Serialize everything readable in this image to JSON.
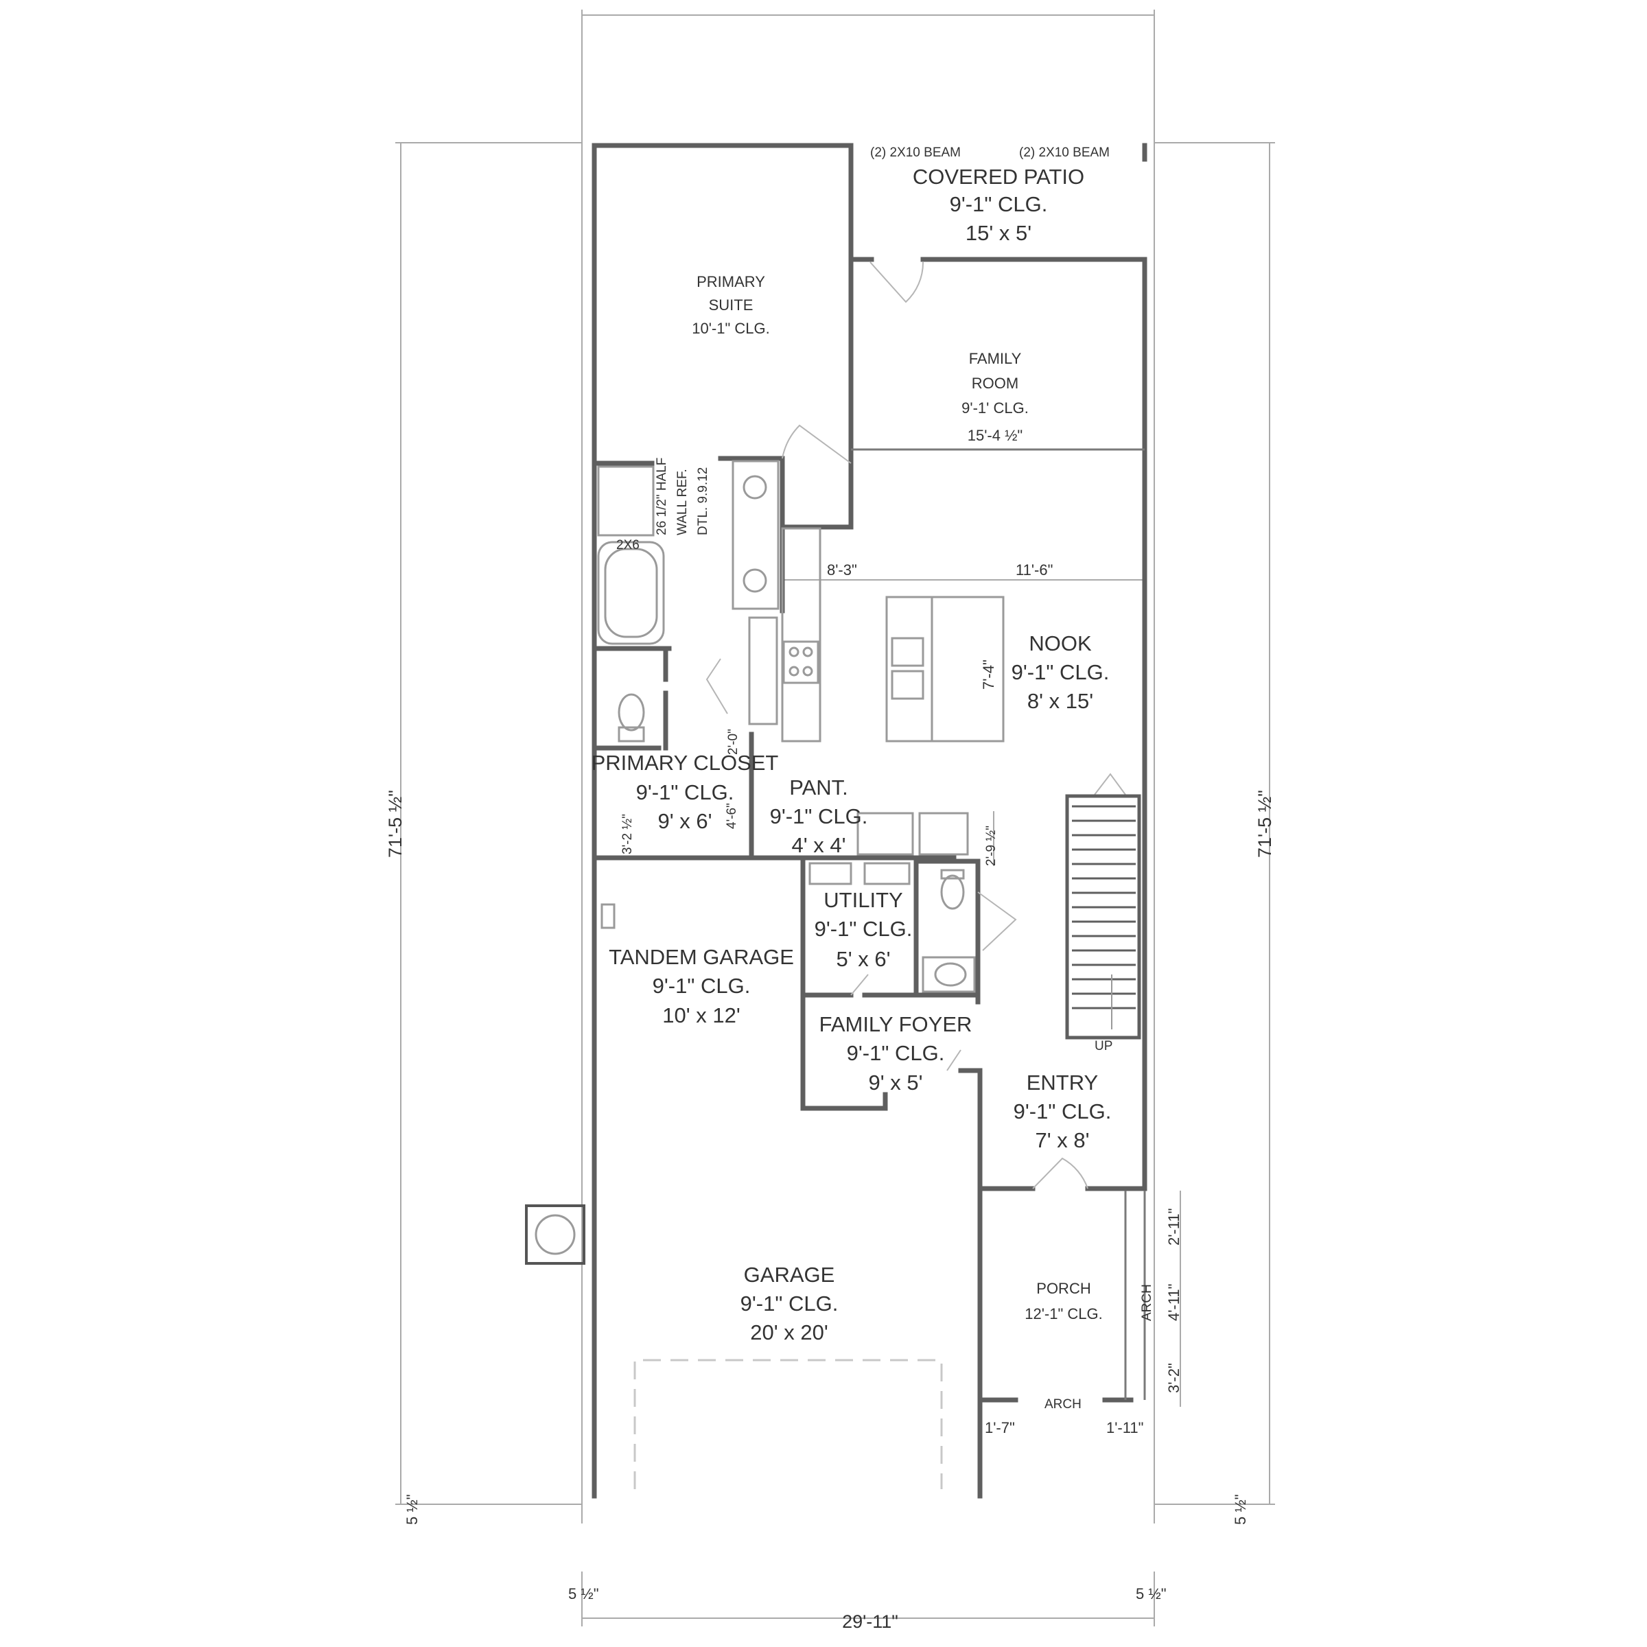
{
  "colors": {
    "wall": "#5f5f5f",
    "fixture": "#9a9a9a",
    "text": "#333333",
    "background": "#ffffff"
  },
  "rooms": {
    "covered_patio": {
      "name": "COVERED PATIO",
      "clg": "9'-1\" CLG.",
      "size": "15' x 5'"
    },
    "primary_suite": {
      "name1": "PRIMARY",
      "name2": "SUITE",
      "clg": "10'-1\" CLG."
    },
    "family_room": {
      "name1": "FAMILY",
      "name2": "ROOM",
      "clg": "9'-1' CLG.",
      "size": "15'-4 ½\""
    },
    "nook": {
      "name": "NOOK",
      "clg": "9'-1\" CLG.",
      "size": "8' x 15'"
    },
    "primary_closet": {
      "name": "PRIMARY CLOSET",
      "clg": "9'-1\" CLG.",
      "size": "9' x 6'"
    },
    "pantry": {
      "name": "PANT.",
      "clg": "9'-1\" CLG.",
      "size": "4' x 4'"
    },
    "utility": {
      "name": "UTILITY",
      "clg": "9'-1\" CLG.",
      "size": "5' x 6'"
    },
    "tandem_garage": {
      "name": "TANDEM GARAGE",
      "clg": "9'-1\" CLG.",
      "size": "10' x 12'"
    },
    "family_foyer": {
      "name": "FAMILY FOYER",
      "clg": "9'-1\" CLG.",
      "size": "9' x 5'"
    },
    "entry": {
      "name": "ENTRY",
      "clg": "9'-1\" CLG.",
      "size": "7' x 8'"
    },
    "garage": {
      "name": "GARAGE",
      "clg": "9'-1\" CLG.",
      "size": "20' x 20'"
    },
    "porch": {
      "name": "PORCH",
      "clg": "12'-1\" CLG."
    }
  },
  "notes": {
    "beam_left": "(2) 2X10 BEAM",
    "beam_right": "(2) 2X10 BEAM",
    "half_wall_1": "26 1/2\" HALF",
    "half_wall_2": "WALL REF.",
    "half_wall_3": "DTL. 9.9.12",
    "stud": "2X6",
    "arch_side": "ARCH",
    "arch_front": "ARCH",
    "stair_up": "UP"
  },
  "dimensions": {
    "overall_width": "29'-11\"",
    "overall_depth_left": "71'-5 ½\"",
    "overall_depth_right": "71'-5 ½\"",
    "offset_bottom_left": "5 ½\"",
    "offset_bottom_right": "5 ½\"",
    "offset_side_left": "5 ½\"",
    "offset_side_right": "5 ½\"",
    "kitchen_left": "8'-3\"",
    "kitchen_right": "11'-6\"",
    "island": "7'-4\"",
    "closet_1": "3'-2 ½\"",
    "closet_2": "4'-6\"",
    "pantry_side": "2'-9 ½\"",
    "porch_1": "2'-11\"",
    "porch_2": "4'-11\"",
    "porch_3": "3'-2\"",
    "porch_front_left": "1'-7\"",
    "porch_front_right": "1'-11\"",
    "counter": "2'-0\""
  }
}
